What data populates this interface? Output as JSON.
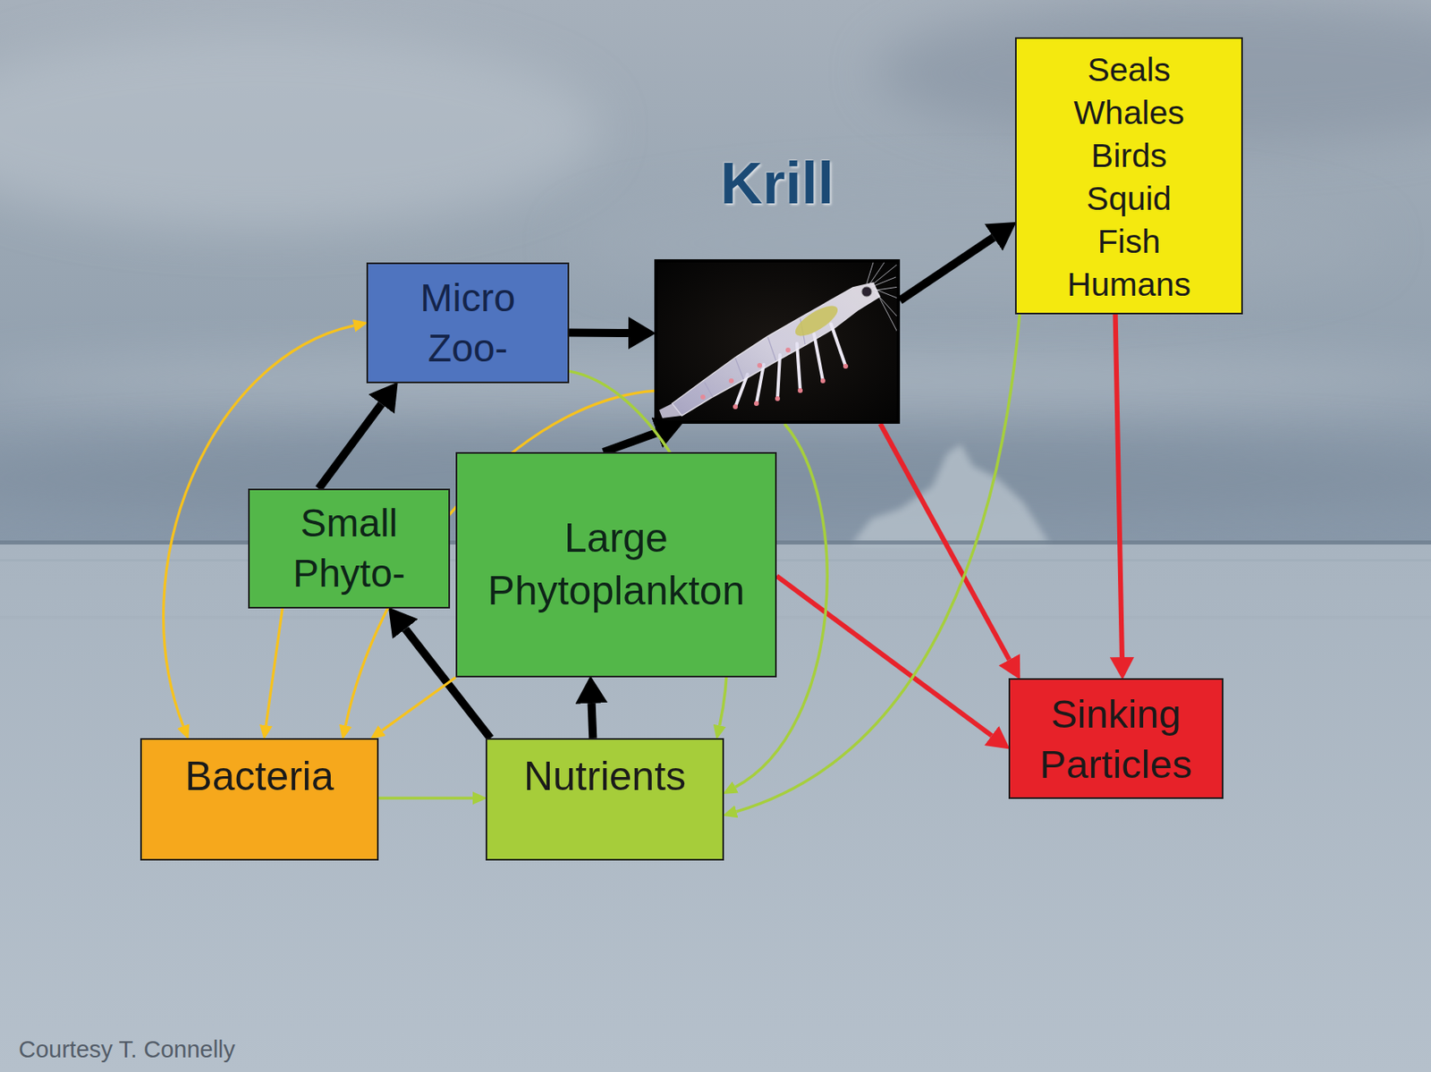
{
  "diagram": {
    "nodes": [
      {
        "text": [
          "Micro Zoo-"
        ]
      },
      {
        "text": [
          "Krill"
        ]
      },
      {
        "text": [
          "Seals Whales Birds Squid Fish Humans"
        ]
      },
      {
        "text": [
          "Small Phyto-"
        ]
      },
      {
        "text": [
          "Large Phytoplankton"
        ]
      },
      {
        "text": [
          "Bacteria"
        ]
      },
      {
        "text": [
          "Nutrients"
        ]
      },
      {
        "text": [
          "Sinking Particles"
        ]
      }
    ],
    "edges": [
      {
        "from": 0,
        "to": 1,
        "arrow": "to"
      },
      {
        "from": 1,
        "to": 2,
        "arrow": "to"
      },
      {
        "from": 3,
        "to": 0,
        "arrow": "to"
      },
      {
        "from": 4,
        "to": 1,
        "arrow": "to"
      },
      {
        "from": 6,
        "to": 3,
        "arrow": "to"
      },
      {
        "from": 6,
        "to": 4,
        "arrow": "to"
      },
      {
        "from": 1,
        "to": 7,
        "arrow": "to"
      },
      {
        "from": 2,
        "to": 7,
        "arrow": "to"
      },
      {
        "from": 4,
        "to": 7,
        "arrow": "to"
      },
      {
        "from": 0,
        "to": 5,
        "arrow": "both"
      },
      {
        "from": 3,
        "to": 5,
        "arrow": "to"
      },
      {
        "from": 1,
        "to": 5,
        "arrow": "to"
      },
      {
        "from": 4,
        "to": 5,
        "arrow": "to"
      },
      {
        "from": 5,
        "to": 6,
        "arrow": "to"
      },
      {
        "from": 0,
        "to": 6,
        "arrow": "to"
      },
      {
        "from": 1,
        "to": 6,
        "arrow": "to"
      },
      {
        "from": 2,
        "to": 6,
        "arrow": "to"
      }
    ],
    "labels": [
      "Courtesy T. Connelly"
    ]
  }
}
